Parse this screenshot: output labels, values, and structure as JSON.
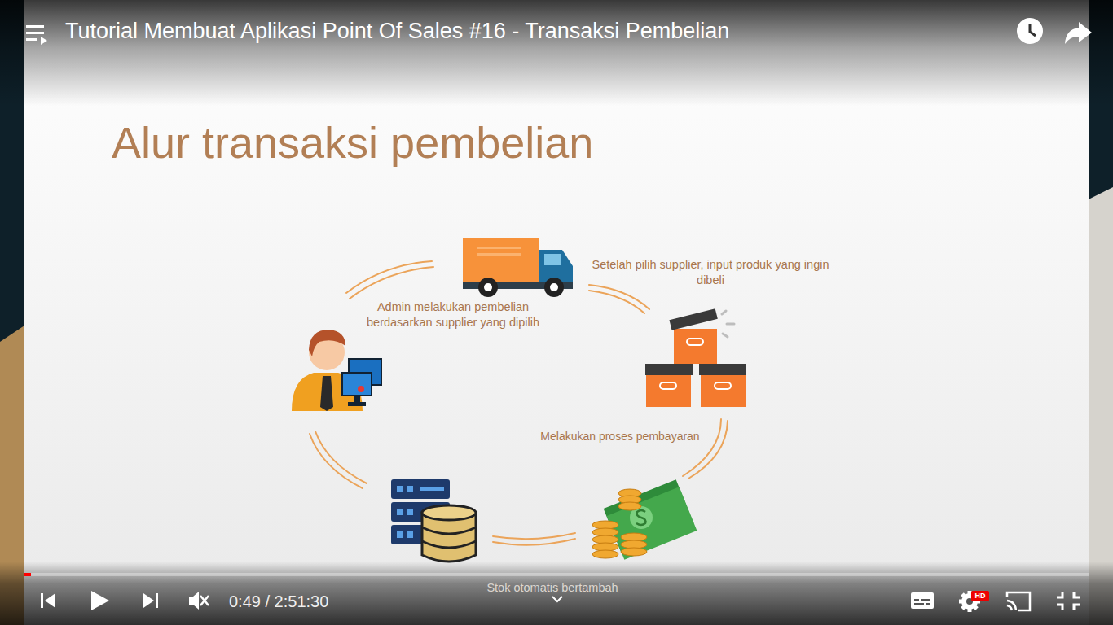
{
  "diagram": {
    "title": "Alur transaksi pembelian",
    "labels": [
      "Tutorial Membuat Aplikasi Point Of Sales #16 - Transaksi Pembelian",
      "Admin melakukan pembelian berdasarkan supplier yang dipilih",
      "Setelah pilih supplier, input produk yang ingin dibeli",
      "Melakukan proses pembayaran",
      "Stok otomatis bertambah",
      "0:49 / 2:51:30",
      "HD"
    ]
  }
}
